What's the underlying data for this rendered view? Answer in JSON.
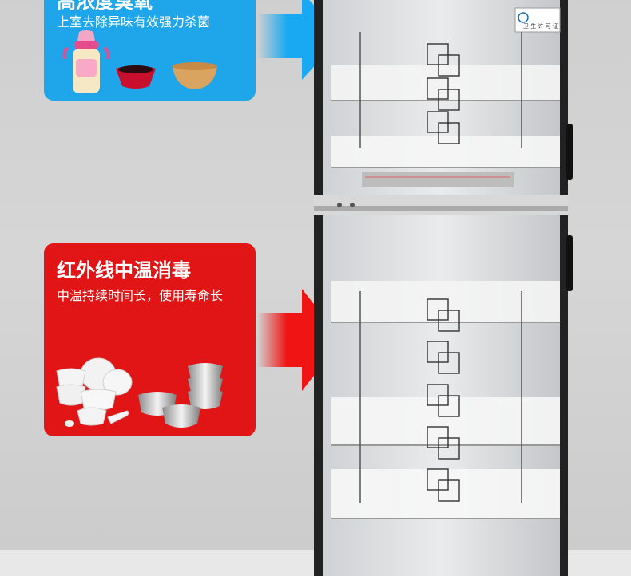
{
  "top_panel": {
    "title": "高浓度臭氧",
    "subtitle": "上室去除异味有效强力杀菌",
    "icons": [
      "baby-bottle-icon",
      "red-bowl-icon",
      "wooden-bowl-icon"
    ]
  },
  "bottom_panel": {
    "title": "红外线中温消毒",
    "subtitle": "中温持续时间长，使用寿命长",
    "icons": [
      "ceramic-dishes-icon",
      "steel-bowls-icon"
    ]
  },
  "cabinet": {
    "license_label": "卫 生 许 可 证"
  },
  "colors": {
    "blue_panel": "#1fa6ea",
    "red_panel": "#e11515",
    "blue_arrow": "#19a9f2",
    "red_arrow": "#f01414"
  }
}
